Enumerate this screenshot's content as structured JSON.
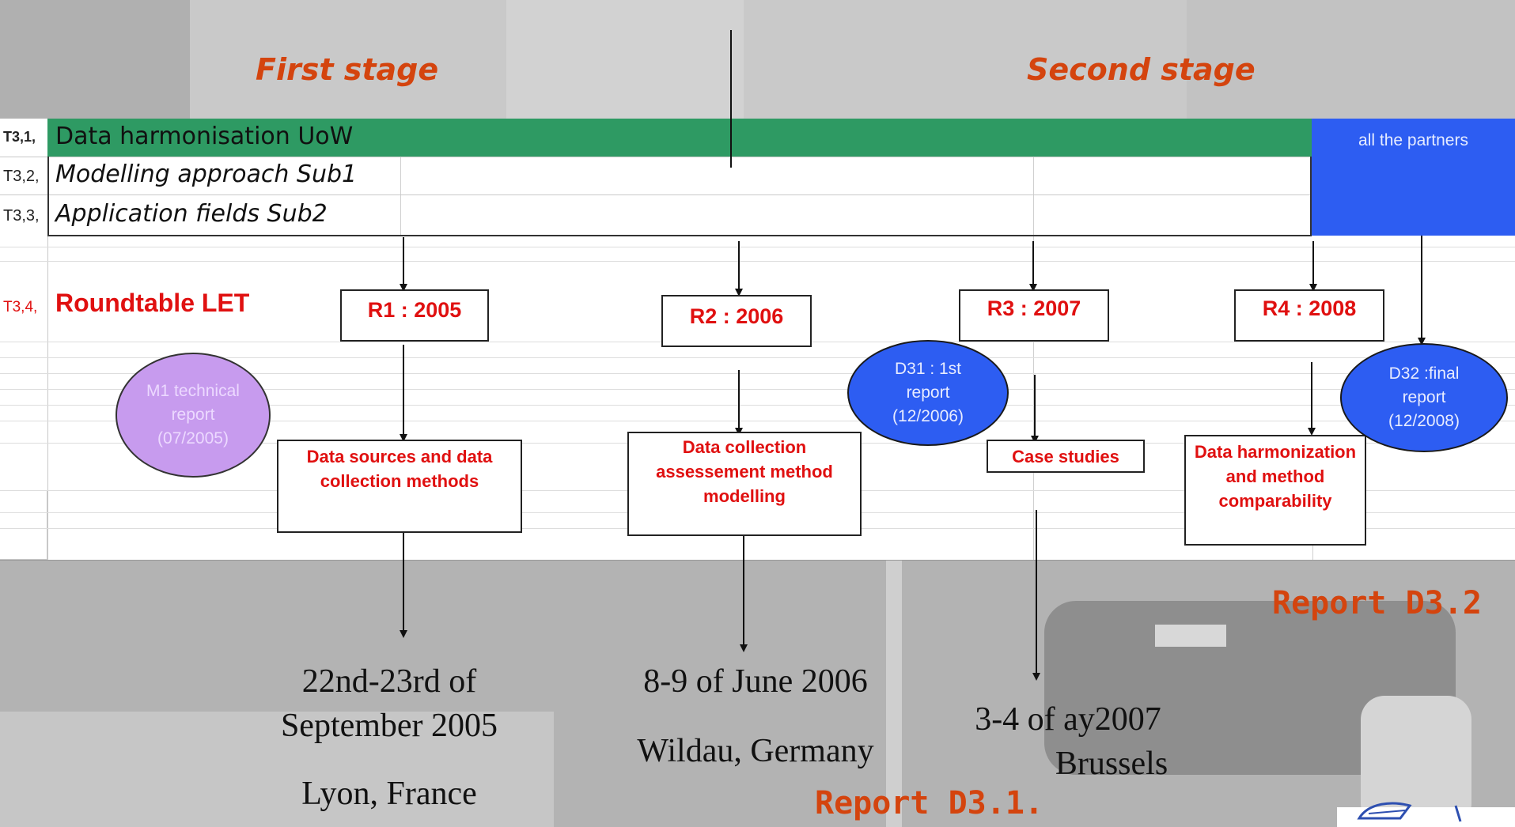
{
  "stages": {
    "first": "First stage",
    "second": "Second stage"
  },
  "tasks": [
    {
      "code": "T3,1,",
      "label": "Data harmonisation UoW"
    },
    {
      "code": "T3,2,",
      "label": "Modelling approach Sub1"
    },
    {
      "code": "T3,3,",
      "label": "Application fields Sub2"
    },
    {
      "code": "T3,4,",
      "label": "Roundtable LET"
    }
  ],
  "partners_label": "all the partners",
  "roundtables": [
    "R1 : 2005",
    "R2 : 2006",
    "R3 : 2007",
    "R4 : 2008"
  ],
  "activities": [
    "Data sources and data collection methods",
    "Data collection assessement method modelling",
    "Case studies",
    "Data harmonization and method comparability"
  ],
  "milestones": {
    "m1": "M1 technical report (07/2005)",
    "d31": "D31 : 1st report (12/2006)",
    "d32": "D32 :final report (12/2008)"
  },
  "events": {
    "lyon_date": "22nd-23rd of September 2005",
    "lyon_place": "Lyon, France",
    "wildau_date": "8-9 of June 2006",
    "wildau_place": "Wildau, Germany",
    "brussels_date": "3-4 of ay2007",
    "brussels_place": "Brussels"
  },
  "reports": {
    "d31": "Report D3.1.",
    "d32": "Report D3.2"
  },
  "colors": {
    "task_bar": "#2e9a63",
    "partners_block": "#2d5df2",
    "ellipse_blue": "#2d5df2",
    "ellipse_purple": "#c79bee",
    "accent_orange": "#d4440e",
    "accent_red": "#e01010"
  }
}
